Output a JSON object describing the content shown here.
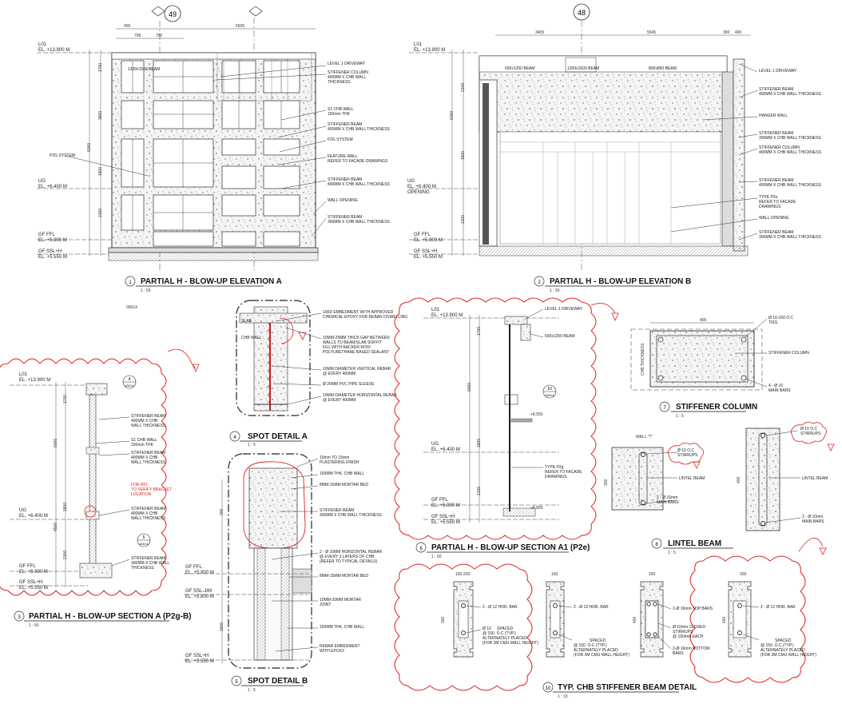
{
  "sheet_ref": "00014",
  "grid": {
    "g49": "49",
    "g48": "48"
  },
  "levels": {
    "l01": "L01",
    "l01_el": "EL. +13.900 M",
    "ug": "UG",
    "ug_el": "EL. +6.400 M",
    "gfffl": "GF FFL",
    "gfffl_el": "EL. +5.900 M",
    "gfssl": "GF SSL+H",
    "gfssl_el": "EL. +5.550 M",
    "gfsslm": "GF SSL-J/M",
    "gfsslm_el": "EL. +5.800 M",
    "opening": "OPENING"
  },
  "views": {
    "v1": {
      "num": "1",
      "title": "PARTIAL H - BLOW-UP ELEVATION A",
      "scale": "1 : 50",
      "callouts": [
        "LEVEL 1 DRIVEWAY",
        "STIFFENER COLUMN",
        "400MM X CHB WALL",
        "THICKNESS",
        "S1 CHB WALL",
        "150mm THK",
        "STIFFENER BEAM",
        "400MM X CHB WALL THICKNESS",
        "F2G SYSTEM",
        "FEATURE WALL",
        "REFER TO FACADE DRAWINGS",
        "STIFFENER BEAM",
        "400MM X CHB WALL THICKNESS",
        "WALL OPENING",
        "STIFFENER BEAM",
        "300MM X CHB WALL THICKNESS"
      ],
      "left_note": "P2G SYSTEM",
      "beam_note": "1200x1500 BEAM"
    },
    "v2": {
      "num": "2",
      "title": "PARTIAL H - BLOW-UP ELEVATION B",
      "scale": "1 : 50",
      "callouts": [
        "LEVEL 1 DRIVEWAY",
        "STIFFENER BEAM",
        "400MM X CHB WALL THICKNESS",
        "HANGER WALL",
        "STIFFENER BEAM",
        "300MM X CHB WALL THICKNESS",
        "STIFFENER COLUMN",
        "400MM X CHB WALL THICKNESS",
        "STIFFENER BEAM",
        "400MM X CHB WALL THICKNESS",
        "TYPE P2e",
        "REFER TO FACADE",
        "DRAWINGS",
        "WALL OPENING",
        "STIFFENER BEAM",
        "300MM X CHB WALL THICKNESS"
      ],
      "beams": [
        "600x1250 BEAM",
        "1200x1500 BEAM",
        "800x850 BEAM"
      ]
    },
    "v3": {
      "num": "3",
      "title": "PARTIAL H - BLOW-UP SECTION A (P2g-B)",
      "scale": "1 : 50",
      "callouts": [
        "STIFFENER BEAM",
        "400MM X CHB",
        "WALL THICKNESS",
        "S1 CHB WALL",
        "150mm THK",
        "STIFFENER BEAM",
        "400MM X CHB",
        "WALL THICKNESS",
        "STIFFENER BEAM",
        "400MM X CHB",
        "WALL THICKNESS",
        "STIFFENER BEAM",
        "300MM X CHB WALL",
        "THICKNESS"
      ],
      "red_note": [
        "FOR RFI:",
        "TO VERIFY BRACKET",
        "LOCATION"
      ]
    },
    "v4": {
      "num": "4",
      "title": "SPOT DETAIL A",
      "scale": "1 : 5",
      "callouts": [
        "100D EMBEDMENT WITH APPROVED",
        "CHEMICAL EPOXY FOR REBAR DOWELLING",
        "10MM-25MM THICK GAP BETWEEN",
        "WALLS TO BEAM/SLAB SOFFIT",
        "FILL WITH BACKER ROD/",
        "POLYURETHANE BASED SEALANT",
        "10MM DIAMETER VERTICAL REBAR",
        "@ EVERY 400MM",
        "Ø 20MM PVC PIPE SLEEVE",
        "10MM DIAMETER HORIZONTAL REBAR",
        "@ EVERY 400MM"
      ],
      "slab": "SLAB",
      "wall": "CHB WALL"
    },
    "v5": {
      "num": "5",
      "title": "SPOT DETAIL B",
      "scale": "1 : 5",
      "callouts": [
        "10mm TO 15mm",
        "PLASTERING FINISH",
        "150MM THK. CHB WALL",
        "8MM-15MM MORTAR BED",
        "STIFFENER BEAM",
        "300MM X CHB WALL THICKNESS",
        "2 - Ø 10MM HORIZONTAL REBAR",
        "@ EVERY 3 LAYERS OF CHB",
        "(REFER TO TYPICAL DETAILS)",
        "8MM-15MM MORTAR BED",
        "10MM-20MM MORTAR",
        "JOINT",
        "150MM THK. CHB WALL",
        "REBAR EMBEDMENT",
        "WITH EPOXY"
      ]
    },
    "v6": {
      "num": "6",
      "title": "PARTIAL H - BLOW-UP SECTION A1 (P2e)",
      "scale": "1 : 50",
      "callouts": [
        "LEVEL 1 DRIVEWAY",
        "600x1250 BEAM",
        "TYPE P2g",
        "REFER TO FACADE",
        "DRAWINGS"
      ]
    },
    "v7": {
      "num": "7",
      "title": "STIFFENER COLUMN",
      "scale": "1 : 5",
      "callouts": [
        "Ø 10-150 O.C",
        "TIES",
        "STIFFENER COLUMN",
        "4 - Ø 16",
        "MAIN BARS"
      ],
      "dim": "400",
      "side": "CHB THICKNESS"
    },
    "v8": {
      "num": "8",
      "title": "LINTEL BEAM",
      "scale": "1 : 5",
      "callouts": [
        "LINTEL BEAM",
        "2 - Ø 10mm",
        "MAIN BARS",
        "Ø 10 O.C",
        "STIRRUPS",
        "LINTEL BEAM",
        "2 - Ø 10mm",
        "MAIN BARS",
        "Ø 10 O.C",
        "STIRRUPS"
      ],
      "wall": "WALL \"T\""
    },
    "v10": {
      "num": "10",
      "title": "TYP. CHB STIFFENER BEAM DETAIL",
      "scale": "1 : 10",
      "callouts": [
        "2 - Ø 12 HOR. BAR",
        "Ø 10",
        "SPACED",
        "@ 150. O.C (TYP.)",
        "ALTERNATELY PLACED",
        "(FOR 3M CMU WALL HEIGHT)",
        "2 - Ø 12 HOR. BAR",
        "SPACED",
        "@ 150. O.C (TYP.)",
        "ALTERNATELY PLACED",
        "(FOR 3M CMU WALL HEIGHT)",
        "2-Ø 16mm TOP BARS",
        "Ø 10mm CLOSED",
        "STIRRUPS",
        "@ 150mm EACH",
        "2-Ø 16mm BOTTOM",
        "BARS",
        "2 - Ø 12 HOR. BAR",
        "SPACED",
        "@ 150. O.C (TYP.)",
        "ALTERNATELY PLACED",
        "(FOR 3M CMU WALL HEIGHT)"
      ],
      "dims": [
        "150-200",
        "150",
        "200",
        "200"
      ]
    }
  }
}
